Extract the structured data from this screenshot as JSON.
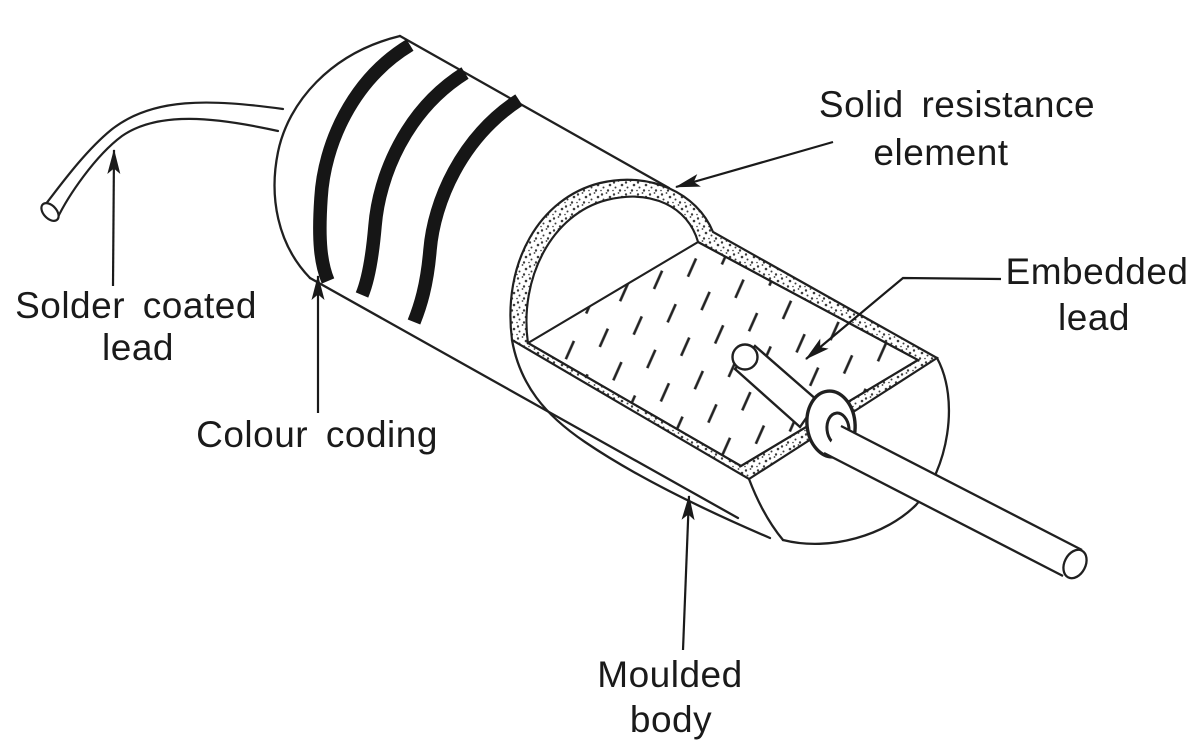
{
  "diagram": {
    "type": "cutaway-technical-illustration",
    "subject": "resistor-construction",
    "colors": {
      "background": "#ffffff",
      "ink": "#202020",
      "band": "#161616",
      "text": "#1a1a1a"
    },
    "labels": {
      "solid_resistance_element": {
        "l1": "Solid resistance",
        "l2": "element"
      },
      "embedded_lead": {
        "l1": "Embedded",
        "l2": "lead"
      },
      "solder_coated_lead": {
        "l1": "Solder coated",
        "l2": "lead"
      },
      "colour_coding": {
        "l1": "Colour coding"
      },
      "moulded_body": {
        "l1": "Moulded",
        "l2": "body"
      }
    }
  }
}
